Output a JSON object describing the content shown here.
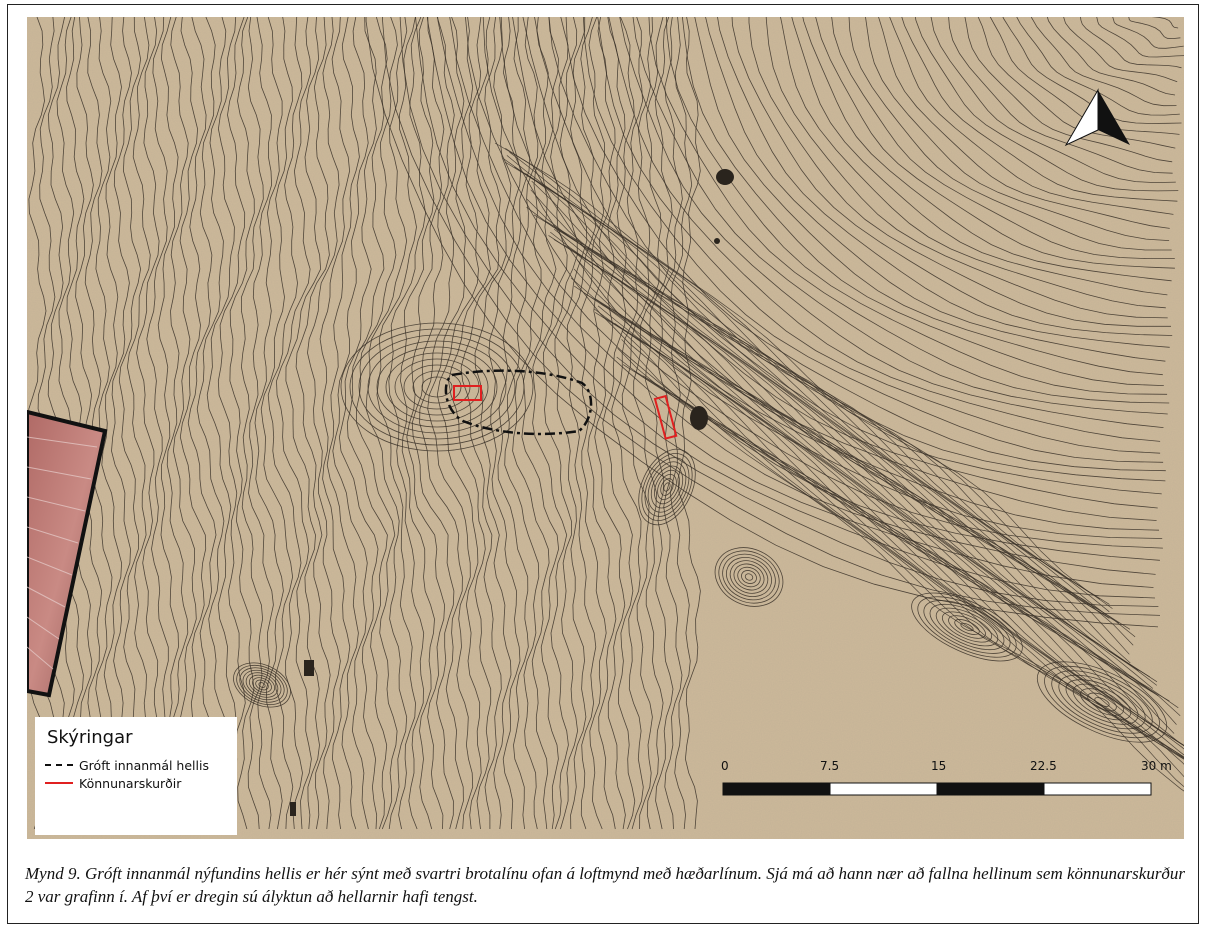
{
  "map": {
    "legend": {
      "title": "Skýringar",
      "items": [
        {
          "label": "Gróft innanmál hellis",
          "symbol": "black-dashed-line"
        },
        {
          "label": "Könnunarskurðir",
          "symbol": "red-rectangle"
        }
      ]
    },
    "scale_bar": {
      "labels": [
        "0",
        "7.5",
        "15",
        "22.5",
        "30 m"
      ]
    },
    "north_arrow": "north-arrow-icon",
    "colors": {
      "terrain": "#cdb99a",
      "contour": "#3a3128",
      "cave_outline": "#111111",
      "trench": "#e02020"
    }
  },
  "caption": "Mynd 9. Gróft innanmál nýfundins hellis er hér sýnt með svartri brotalínu ofan á loftmynd með hæðarlínum. Sjá má að hann nær að fallna hellinum sem könnunarskurður 2 var grafinn í. Af því er dregin sú ályktun að hellarnir hafi tengst."
}
